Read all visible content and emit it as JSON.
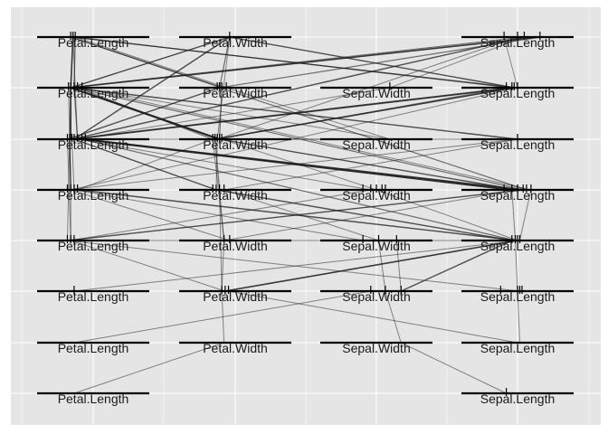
{
  "chart_data": {
    "type": "diagram",
    "title": "",
    "xlabel": "",
    "ylabel": "",
    "grid": true,
    "background": "#e5e5e5",
    "colors": {
      "panel": "#e5e5e5",
      "grid": "#ffffff",
      "segment": "#000000",
      "edge": "#1a1a1a"
    },
    "columns": [
      1,
      2,
      3,
      4
    ],
    "rows": [
      1,
      2,
      3,
      4,
      5,
      6,
      7,
      8
    ],
    "nodes": [
      {
        "id": "PL1",
        "label": "Petal.Length",
        "col": 1,
        "row": 1,
        "ticks": [
          0.3,
          0.32,
          0.34
        ]
      },
      {
        "id": "PW1",
        "label": "Petal.Width",
        "col": 2,
        "row": 1,
        "ticks": [
          0.45
        ]
      },
      {
        "id": "SL1",
        "label": "Sepal.Length",
        "col": 4,
        "row": 1,
        "ticks": [
          0.38,
          0.5,
          0.56,
          0.7
        ]
      },
      {
        "id": "PL2",
        "label": "Petal.Length",
        "col": 1,
        "row": 2,
        "ticks": [
          0.28,
          0.3,
          0.33,
          0.36,
          0.4
        ]
      },
      {
        "id": "PW2",
        "label": "Petal.Width",
        "col": 2,
        "row": 2,
        "ticks": [
          0.34,
          0.36,
          0.38,
          0.42
        ]
      },
      {
        "id": "SW2",
        "label": "Sepal.Width",
        "col": 3,
        "row": 2,
        "ticks": [
          0.62
        ]
      },
      {
        "id": "SL2",
        "label": "Sepal.Length",
        "col": 4,
        "row": 2,
        "ticks": [
          0.4,
          0.45,
          0.47,
          0.5
        ]
      },
      {
        "id": "PL3",
        "label": "Petal.Length",
        "col": 1,
        "row": 3,
        "ticks": [
          0.27,
          0.29,
          0.31,
          0.33,
          0.36,
          0.4,
          0.43
        ]
      },
      {
        "id": "PW3",
        "label": "Petal.Width",
        "col": 2,
        "row": 3,
        "ticks": [
          0.3,
          0.32,
          0.34,
          0.36,
          0.38
        ]
      },
      {
        "id": "SW3",
        "label": "Sepal.Width",
        "col": 3,
        "row": 3,
        "ticks": []
      },
      {
        "id": "SL3",
        "label": "Sepal.Length",
        "col": 4,
        "row": 3,
        "ticks": [
          0.5
        ]
      },
      {
        "id": "PL4",
        "label": "Petal.Length",
        "col": 1,
        "row": 4,
        "ticks": [
          0.27,
          0.3,
          0.33,
          0.36
        ]
      },
      {
        "id": "PW4",
        "label": "Petal.Width",
        "col": 2,
        "row": 4,
        "ticks": [
          0.3,
          0.33,
          0.36,
          0.4
        ]
      },
      {
        "id": "SW4",
        "label": "Sepal.Width",
        "col": 3,
        "row": 4,
        "ticks": [
          0.38,
          0.45,
          0.5,
          0.55,
          0.58
        ]
      },
      {
        "id": "SL4",
        "label": "Sepal.Length",
        "col": 4,
        "row": 4,
        "ticks": [
          0.38,
          0.45,
          0.5,
          0.55,
          0.58,
          0.62
        ]
      },
      {
        "id": "PL5",
        "label": "Petal.Length",
        "col": 1,
        "row": 5,
        "ticks": [
          0.27,
          0.3,
          0.33
        ]
      },
      {
        "id": "PW5",
        "label": "Petal.Width",
        "col": 2,
        "row": 5,
        "ticks": [
          0.4,
          0.45
        ]
      },
      {
        "id": "SW5",
        "label": "Sepal.Width",
        "col": 3,
        "row": 5,
        "ticks": [
          0.38,
          0.52,
          0.68
        ]
      },
      {
        "id": "SL5",
        "label": "Sepal.Length",
        "col": 4,
        "row": 5,
        "ticks": [
          0.45,
          0.48,
          0.5,
          0.52
        ]
      },
      {
        "id": "PL6",
        "label": "Petal.Length",
        "col": 1,
        "row": 6,
        "ticks": [
          0.33
        ]
      },
      {
        "id": "PW6",
        "label": "Petal.Width",
        "col": 2,
        "row": 6,
        "ticks": [
          0.38,
          0.41,
          0.44
        ]
      },
      {
        "id": "SW6",
        "label": "Sepal.Width",
        "col": 3,
        "row": 6,
        "ticks": [
          0.45,
          0.58,
          0.72
        ]
      },
      {
        "id": "SL6",
        "label": "Sepal.Length",
        "col": 4,
        "row": 6,
        "ticks": [
          0.35,
          0.5,
          0.52,
          0.54
        ]
      },
      {
        "id": "PL7",
        "label": "Petal.Length",
        "col": 1,
        "row": 7,
        "ticks": []
      },
      {
        "id": "PW7",
        "label": "Petal.Width",
        "col": 2,
        "row": 7,
        "ticks": []
      },
      {
        "id": "SW7",
        "label": "Sepal.Width",
        "col": 3,
        "row": 7,
        "ticks": []
      },
      {
        "id": "SL7",
        "label": "Sepal.Length",
        "col": 4,
        "row": 7,
        "ticks": []
      },
      {
        "id": "PL8",
        "label": "Petal.Length",
        "col": 1,
        "row": 8,
        "ticks": []
      },
      {
        "id": "SL8",
        "label": "Sepal.Length",
        "col": 4,
        "row": 8,
        "ticks": [
          0.4
        ]
      }
    ],
    "edges": [
      {
        "from": "PL1",
        "to": "PL2",
        "a": 0.32,
        "b": 0.3,
        "w": 1.6,
        "o": 0.85
      },
      {
        "from": "PL1",
        "to": "PL2",
        "a": 0.34,
        "b": 0.33,
        "w": 1.2,
        "o": 0.7
      },
      {
        "from": "PL1",
        "to": "PW2",
        "a": 0.3,
        "b": 0.38,
        "w": 1.4,
        "o": 0.8
      },
      {
        "from": "PL1",
        "to": "PW2",
        "a": 0.34,
        "b": 0.42,
        "w": 1.0,
        "o": 0.55
      },
      {
        "from": "PL1",
        "to": "SL2",
        "a": 0.33,
        "b": 0.45,
        "w": 1.4,
        "o": 0.75
      },
      {
        "from": "PL1",
        "to": "SL2",
        "a": 0.3,
        "b": 0.5,
        "w": 1.0,
        "o": 0.5
      },
      {
        "from": "PL1",
        "to": "PL3",
        "a": 0.32,
        "b": 0.36,
        "w": 1.0,
        "o": 0.5
      },
      {
        "from": "PW1",
        "to": "PL2",
        "a": 0.45,
        "b": 0.3,
        "w": 1.4,
        "o": 0.8
      },
      {
        "from": "PW1",
        "to": "PW2",
        "a": 0.45,
        "b": 0.36,
        "w": 1.2,
        "o": 0.6
      },
      {
        "from": "PW1",
        "to": "PW3",
        "a": 0.45,
        "b": 0.34,
        "w": 1.0,
        "o": 0.5
      },
      {
        "from": "PW1",
        "to": "SL2",
        "a": 0.45,
        "b": 0.47,
        "w": 1.4,
        "o": 0.75
      },
      {
        "from": "PW1",
        "to": "PL3",
        "a": 0.45,
        "b": 0.33,
        "w": 1.4,
        "o": 0.75
      },
      {
        "from": "SL1",
        "to": "PL2",
        "a": 0.7,
        "b": 0.3,
        "w": 1.6,
        "o": 0.85
      },
      {
        "from": "SL1",
        "to": "PL2",
        "a": 0.56,
        "b": 0.28,
        "w": 1.2,
        "o": 0.6
      },
      {
        "from": "SL1",
        "to": "PW2",
        "a": 0.7,
        "b": 0.36,
        "w": 1.2,
        "o": 0.6
      },
      {
        "from": "SL1",
        "to": "PL3",
        "a": 0.56,
        "b": 0.31,
        "w": 1.4,
        "o": 0.75
      },
      {
        "from": "SL1",
        "to": "PW3",
        "a": 0.5,
        "b": 0.34,
        "w": 1.0,
        "o": 0.5
      },
      {
        "from": "SL1",
        "to": "SW2",
        "a": 0.56,
        "b": 0.62,
        "w": 1.0,
        "o": 0.45
      },
      {
        "from": "SL1",
        "to": "SL2",
        "a": 0.38,
        "b": 0.5,
        "w": 1.0,
        "o": 0.45
      },
      {
        "from": "PL2",
        "to": "PL3",
        "a": 0.3,
        "b": 0.3,
        "w": 1.6,
        "o": 0.85
      },
      {
        "from": "PL2",
        "to": "PL3",
        "a": 0.33,
        "b": 0.36,
        "w": 1.2,
        "o": 0.6
      },
      {
        "from": "PL2",
        "to": "PW3",
        "a": 0.3,
        "b": 0.36,
        "w": 2.2,
        "o": 0.95
      },
      {
        "from": "PL2",
        "to": "PW3",
        "a": 0.36,
        "b": 0.3,
        "w": 1.2,
        "o": 0.6
      },
      {
        "from": "PL2",
        "to": "SL3",
        "a": 0.3,
        "b": 0.5,
        "w": 1.4,
        "o": 0.75
      },
      {
        "from": "PL2",
        "to": "SL4",
        "a": 0.33,
        "b": 0.55,
        "w": 1.2,
        "o": 0.6
      },
      {
        "from": "PL2",
        "to": "SL4",
        "a": 0.4,
        "b": 0.62,
        "w": 1.0,
        "o": 0.5
      },
      {
        "from": "PL2",
        "to": "SW3",
        "a": 0.36,
        "b": 0.62,
        "w": 1.0,
        "o": 0.5
      },
      {
        "from": "PL2",
        "to": "PL4",
        "a": 0.28,
        "b": 0.3,
        "w": 1.0,
        "o": 0.5
      },
      {
        "from": "PL2",
        "to": "PL5",
        "a": 0.3,
        "b": 0.27,
        "w": 1.0,
        "o": 0.5
      },
      {
        "from": "PW2",
        "to": "PL3",
        "a": 0.36,
        "b": 0.27,
        "w": 1.4,
        "o": 0.75
      },
      {
        "from": "PW2",
        "to": "PW3",
        "a": 0.38,
        "b": 0.36,
        "w": 1.2,
        "o": 0.6
      },
      {
        "from": "PW2",
        "to": "SW3",
        "a": 0.42,
        "b": 0.62,
        "w": 1.0,
        "o": 0.5
      },
      {
        "from": "PW2",
        "to": "SL4",
        "a": 0.36,
        "b": 0.58,
        "w": 1.2,
        "o": 0.6
      },
      {
        "from": "SL2",
        "to": "PL3",
        "a": 0.45,
        "b": 0.3,
        "w": 1.6,
        "o": 0.85
      },
      {
        "from": "SL2",
        "to": "PL3",
        "a": 0.5,
        "b": 0.33,
        "w": 1.2,
        "o": 0.6
      },
      {
        "from": "SL2",
        "to": "PW3",
        "a": 0.47,
        "b": 0.32,
        "w": 1.6,
        "o": 0.85
      },
      {
        "from": "SL2",
        "to": "PL4",
        "a": 0.5,
        "b": 0.3,
        "w": 1.0,
        "o": 0.5
      },
      {
        "from": "SL2",
        "to": "PW3",
        "a": 0.4,
        "b": 0.34,
        "w": 1.0,
        "o": 0.5
      },
      {
        "from": "SW2",
        "to": "PL3",
        "a": 0.62,
        "b": 0.36,
        "w": 1.0,
        "o": 0.5
      },
      {
        "from": "PL3",
        "to": "PL4",
        "a": 0.29,
        "b": 0.3,
        "w": 1.4,
        "o": 0.75
      },
      {
        "from": "PL3",
        "to": "PL4",
        "a": 0.31,
        "b": 0.33,
        "w": 1.0,
        "o": 0.5
      },
      {
        "from": "PL3",
        "to": "PW4",
        "a": 0.33,
        "b": 0.33,
        "w": 1.4,
        "o": 0.75
      },
      {
        "from": "PL3",
        "to": "SL4",
        "a": 0.4,
        "b": 0.45,
        "w": 2.0,
        "o": 0.9
      },
      {
        "from": "PL3",
        "to": "SL4",
        "a": 0.43,
        "b": 0.55,
        "w": 1.6,
        "o": 0.85
      },
      {
        "from": "PL3",
        "to": "SW4",
        "a": 0.36,
        "b": 0.45,
        "w": 1.0,
        "o": 0.5
      },
      {
        "from": "PL3",
        "to": "SL5",
        "a": 0.4,
        "b": 0.48,
        "w": 1.2,
        "o": 0.6
      },
      {
        "from": "PL3",
        "to": "PL5",
        "a": 0.27,
        "b": 0.3,
        "w": 1.0,
        "o": 0.5
      },
      {
        "from": "PL3",
        "to": "SL3",
        "a": 0.31,
        "b": 0.5,
        "w": 1.0,
        "o": 0.5
      },
      {
        "from": "PW3",
        "to": "PW4",
        "a": 0.32,
        "b": 0.36,
        "w": 1.2,
        "o": 0.6
      },
      {
        "from": "PW3",
        "to": "PW4",
        "a": 0.34,
        "b": 0.33,
        "w": 1.0,
        "o": 0.5
      },
      {
        "from": "PW3",
        "to": "SL4",
        "a": 0.36,
        "b": 0.5,
        "w": 1.4,
        "o": 0.75
      },
      {
        "from": "PW3",
        "to": "SW4",
        "a": 0.38,
        "b": 0.5,
        "w": 1.0,
        "o": 0.5
      },
      {
        "from": "PW3",
        "to": "PL4",
        "a": 0.3,
        "b": 0.36,
        "w": 1.0,
        "o": 0.5
      },
      {
        "from": "PW3",
        "to": "PW5",
        "a": 0.3,
        "b": 0.4,
        "w": 1.0,
        "o": 0.5
      },
      {
        "from": "SL3",
        "to": "PL4",
        "a": 0.5,
        "b": 0.27,
        "w": 1.0,
        "o": 0.5
      },
      {
        "from": "SL3",
        "to": "PW4",
        "a": 0.5,
        "b": 0.4,
        "w": 1.0,
        "o": 0.5
      },
      {
        "from": "SW3",
        "to": "PW3",
        "a": 0.62,
        "b": 0.38,
        "w": 1.0,
        "o": 0.5
      },
      {
        "from": "PL4",
        "to": "PL5",
        "a": 0.3,
        "b": 0.3,
        "w": 1.0,
        "o": 0.5
      },
      {
        "from": "PL4",
        "to": "SL5",
        "a": 0.36,
        "b": 0.5,
        "w": 1.4,
        "o": 0.75
      },
      {
        "from": "PL4",
        "to": "SW5",
        "a": 0.33,
        "b": 0.38,
        "w": 1.0,
        "o": 0.5
      },
      {
        "from": "PL4",
        "to": "PW5",
        "a": 0.3,
        "b": 0.45,
        "w": 1.0,
        "o": 0.5
      },
      {
        "from": "PW4",
        "to": "SL5",
        "a": 0.33,
        "b": 0.45,
        "w": 1.4,
        "o": 0.75
      },
      {
        "from": "PW4",
        "to": "PW5",
        "a": 0.36,
        "b": 0.4,
        "w": 1.0,
        "o": 0.5
      },
      {
        "from": "PW4",
        "to": "SW5",
        "a": 0.4,
        "b": 0.52,
        "w": 1.0,
        "o": 0.5
      },
      {
        "from": "PW4",
        "to": "PW6",
        "a": 0.36,
        "b": 0.38,
        "w": 1.0,
        "o": 0.5
      },
      {
        "from": "SW4",
        "to": "SL5",
        "a": 0.5,
        "b": 0.5,
        "w": 1.0,
        "o": 0.5
      },
      {
        "from": "SW4",
        "to": "PL5",
        "a": 0.45,
        "b": 0.3,
        "w": 1.0,
        "o": 0.5
      },
      {
        "from": "SL4",
        "to": "PL5",
        "a": 0.55,
        "b": 0.27,
        "w": 1.4,
        "o": 0.75
      },
      {
        "from": "SL4",
        "to": "PW5",
        "a": 0.5,
        "b": 0.4,
        "w": 1.0,
        "o": 0.5
      },
      {
        "from": "SL4",
        "to": "SL5",
        "a": 0.62,
        "b": 0.52,
        "w": 1.0,
        "o": 0.5
      },
      {
        "from": "SL4",
        "to": "SL5",
        "a": 0.45,
        "b": 0.48,
        "w": 1.0,
        "o": 0.5
      },
      {
        "from": "PL5",
        "to": "SL5",
        "a": 0.33,
        "b": 0.5,
        "w": 1.0,
        "o": 0.5
      },
      {
        "from": "PL5",
        "to": "PW6",
        "a": 0.3,
        "b": 0.41,
        "w": 1.0,
        "o": 0.5
      },
      {
        "from": "PL5",
        "to": "SL6",
        "a": 0.27,
        "b": 0.52,
        "w": 1.0,
        "o": 0.5
      },
      {
        "from": "PW5",
        "to": "PW6",
        "a": 0.4,
        "b": 0.38,
        "w": 1.0,
        "o": 0.5
      },
      {
        "from": "SW5",
        "to": "SW6",
        "a": 0.52,
        "b": 0.58,
        "w": 1.0,
        "o": 0.5
      },
      {
        "from": "SW5",
        "to": "SW6",
        "a": 0.68,
        "b": 0.72,
        "w": 1.0,
        "o": 0.5
      },
      {
        "from": "SL5",
        "to": "PW6",
        "a": 0.5,
        "b": 0.41,
        "w": 1.6,
        "o": 0.85
      },
      {
        "from": "SL5",
        "to": "SW6",
        "a": 0.45,
        "b": 0.72,
        "w": 1.4,
        "o": 0.75
      },
      {
        "from": "SL5",
        "to": "SL6",
        "a": 0.48,
        "b": 0.5,
        "w": 1.0,
        "o": 0.5
      },
      {
        "from": "SL5",
        "to": "PL6",
        "a": 0.52,
        "b": 0.33,
        "w": 1.0,
        "o": 0.5
      },
      {
        "from": "PW6",
        "to": "PW7",
        "a": 0.38,
        "b": 0.4,
        "w": 1.0,
        "o": 0.5
      },
      {
        "from": "PW6",
        "to": "SL7",
        "a": 0.44,
        "b": 0.5,
        "w": 1.0,
        "o": 0.5
      },
      {
        "from": "SW6",
        "to": "PL7",
        "a": 0.45,
        "b": 0.33,
        "w": 1.0,
        "o": 0.5
      },
      {
        "from": "SW6",
        "to": "SW7",
        "a": 0.58,
        "b": 0.72,
        "w": 1.0,
        "o": 0.5
      },
      {
        "from": "SL6",
        "to": "SL7",
        "a": 0.5,
        "b": 0.52,
        "w": 1.0,
        "o": 0.5
      },
      {
        "from": "PW7",
        "to": "PL8",
        "a": 0.4,
        "b": 0.33,
        "w": 1.0,
        "o": 0.5
      },
      {
        "from": "SW7",
        "to": "SL8",
        "a": 0.72,
        "b": 0.4,
        "w": 1.0,
        "o": 0.5
      }
    ]
  }
}
